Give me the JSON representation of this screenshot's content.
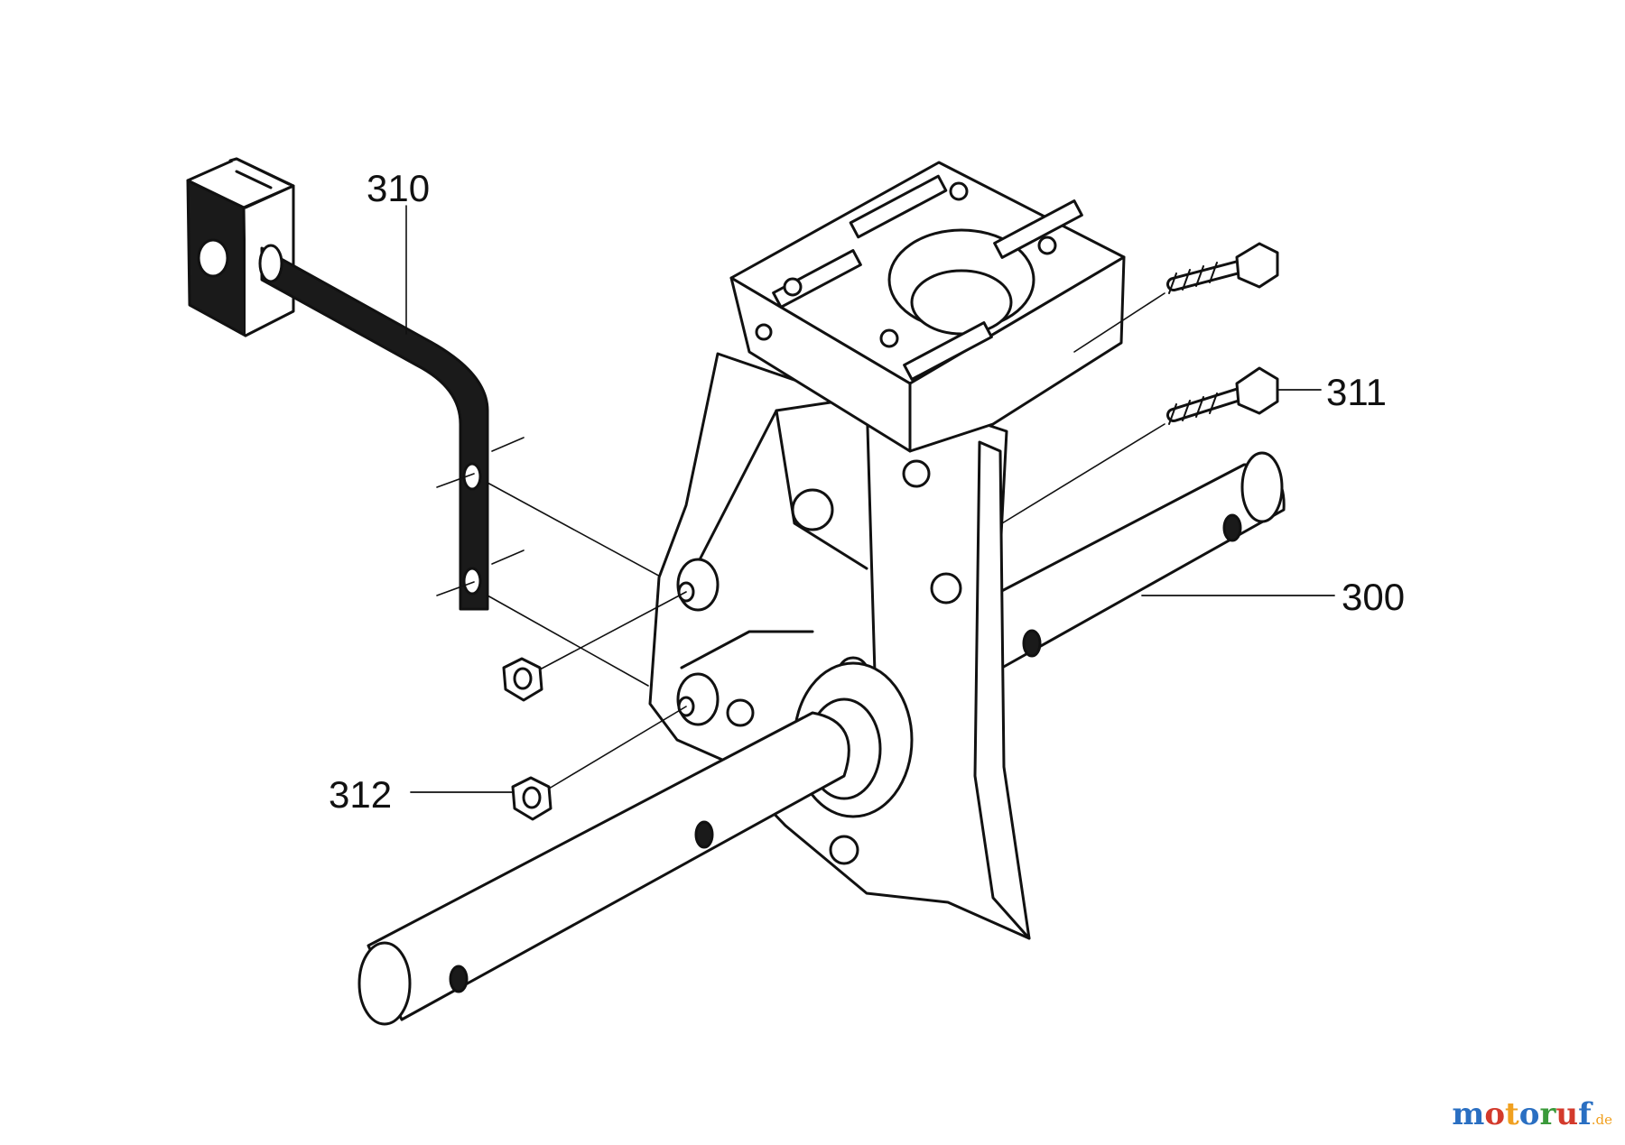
{
  "labels": {
    "part_310": "310",
    "part_311": "311",
    "part_300": "300",
    "part_312": "312"
  },
  "watermark": {
    "text": "motoruf.de",
    "letters": [
      "m",
      "o",
      "t",
      "o",
      "r",
      "u",
      "f"
    ],
    "suffix": ".de",
    "colors": [
      "#2a6fc2",
      "#d33a2c",
      "#f0a020",
      "#2a6fc2",
      "#3a9a3a",
      "#d33a2c",
      "#2a6fc2"
    ]
  },
  "colors": {
    "line": "#111111",
    "dark_part": "#1a1a1a",
    "background": "#ffffff"
  }
}
